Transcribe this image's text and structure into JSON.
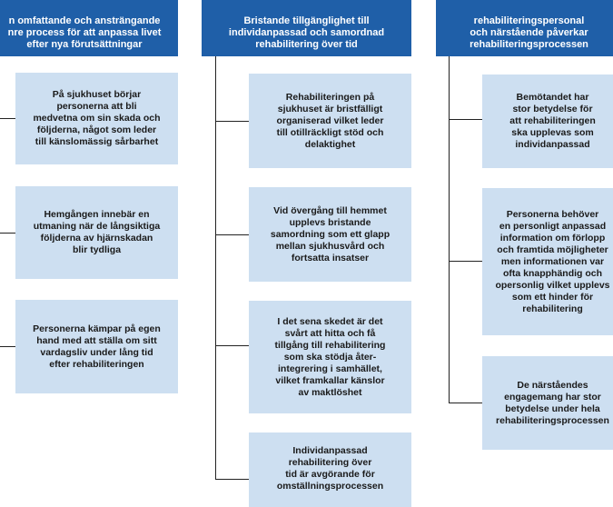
{
  "columns": [
    {
      "header": [
        "n omfattande och ansträngande",
        "nre process för att anpassa livet",
        "efter nya förutsättningar"
      ],
      "boxes": [
        [
          "På sjukhuset börjar",
          "personerna att bli",
          "medvetna om sin skada och",
          "följderna, något som leder",
          "till känslomässig sårbarhet"
        ],
        [
          "Hemgången innebär en",
          "utmaning när de långsiktiga",
          "följderna av hjärnskadan",
          "blir tydliga"
        ],
        [
          "Personerna kämpar på egen",
          "hand med att ställa om sitt",
          "vardagsliv under lång tid",
          "efter rehabiliteringen"
        ]
      ]
    },
    {
      "header": [
        "Bristande tillgänglighet till",
        "individanpassad och samordnad",
        "rehabilitering över tid"
      ],
      "boxes": [
        [
          "Rehabiliteringen på",
          "sjukhuset är bristfälligt",
          "organiserad vilket leder",
          "till otillräckligt stöd och",
          "delaktighet"
        ],
        [
          "Vid övergång till hemmet",
          "upplevs bristande",
          "samordning som ett glapp",
          "mellan sjukhusvård och",
          "fortsatta insatser"
        ],
        [
          "I det sena skedet är det",
          "svårt att hitta och få",
          "tillgång till rehabilitering",
          "som ska stödja åter-",
          "integrering i samhället,",
          "vilket framkallar känslor",
          "av maktlöshet"
        ],
        [
          "Individanpassad",
          "rehabilitering över",
          "tid är avgörande för",
          "omställningsprocessen"
        ]
      ]
    },
    {
      "header": [
        "rehabiliteringspersonal",
        "och närstående påverkar",
        "rehabiliteringsprocessen"
      ],
      "boxes": [
        [
          "Bemötandet har",
          "stor betydelse för",
          "att rehabiliteringen",
          "ska upplevas som",
          "individanpassad"
        ],
        [
          "Personerna behöver",
          "en personligt anpassad",
          "information om förlopp",
          "och framtida möjligheter",
          "men informationen var",
          "ofta knapphändig och",
          "opersonlig vilket upplevs",
          "som ett hinder för",
          "rehabilitering"
        ],
        [
          "De närståendes",
          "engagemang har stor",
          "betydelse under hela",
          "rehabiliteringsprocessen"
        ]
      ]
    }
  ]
}
